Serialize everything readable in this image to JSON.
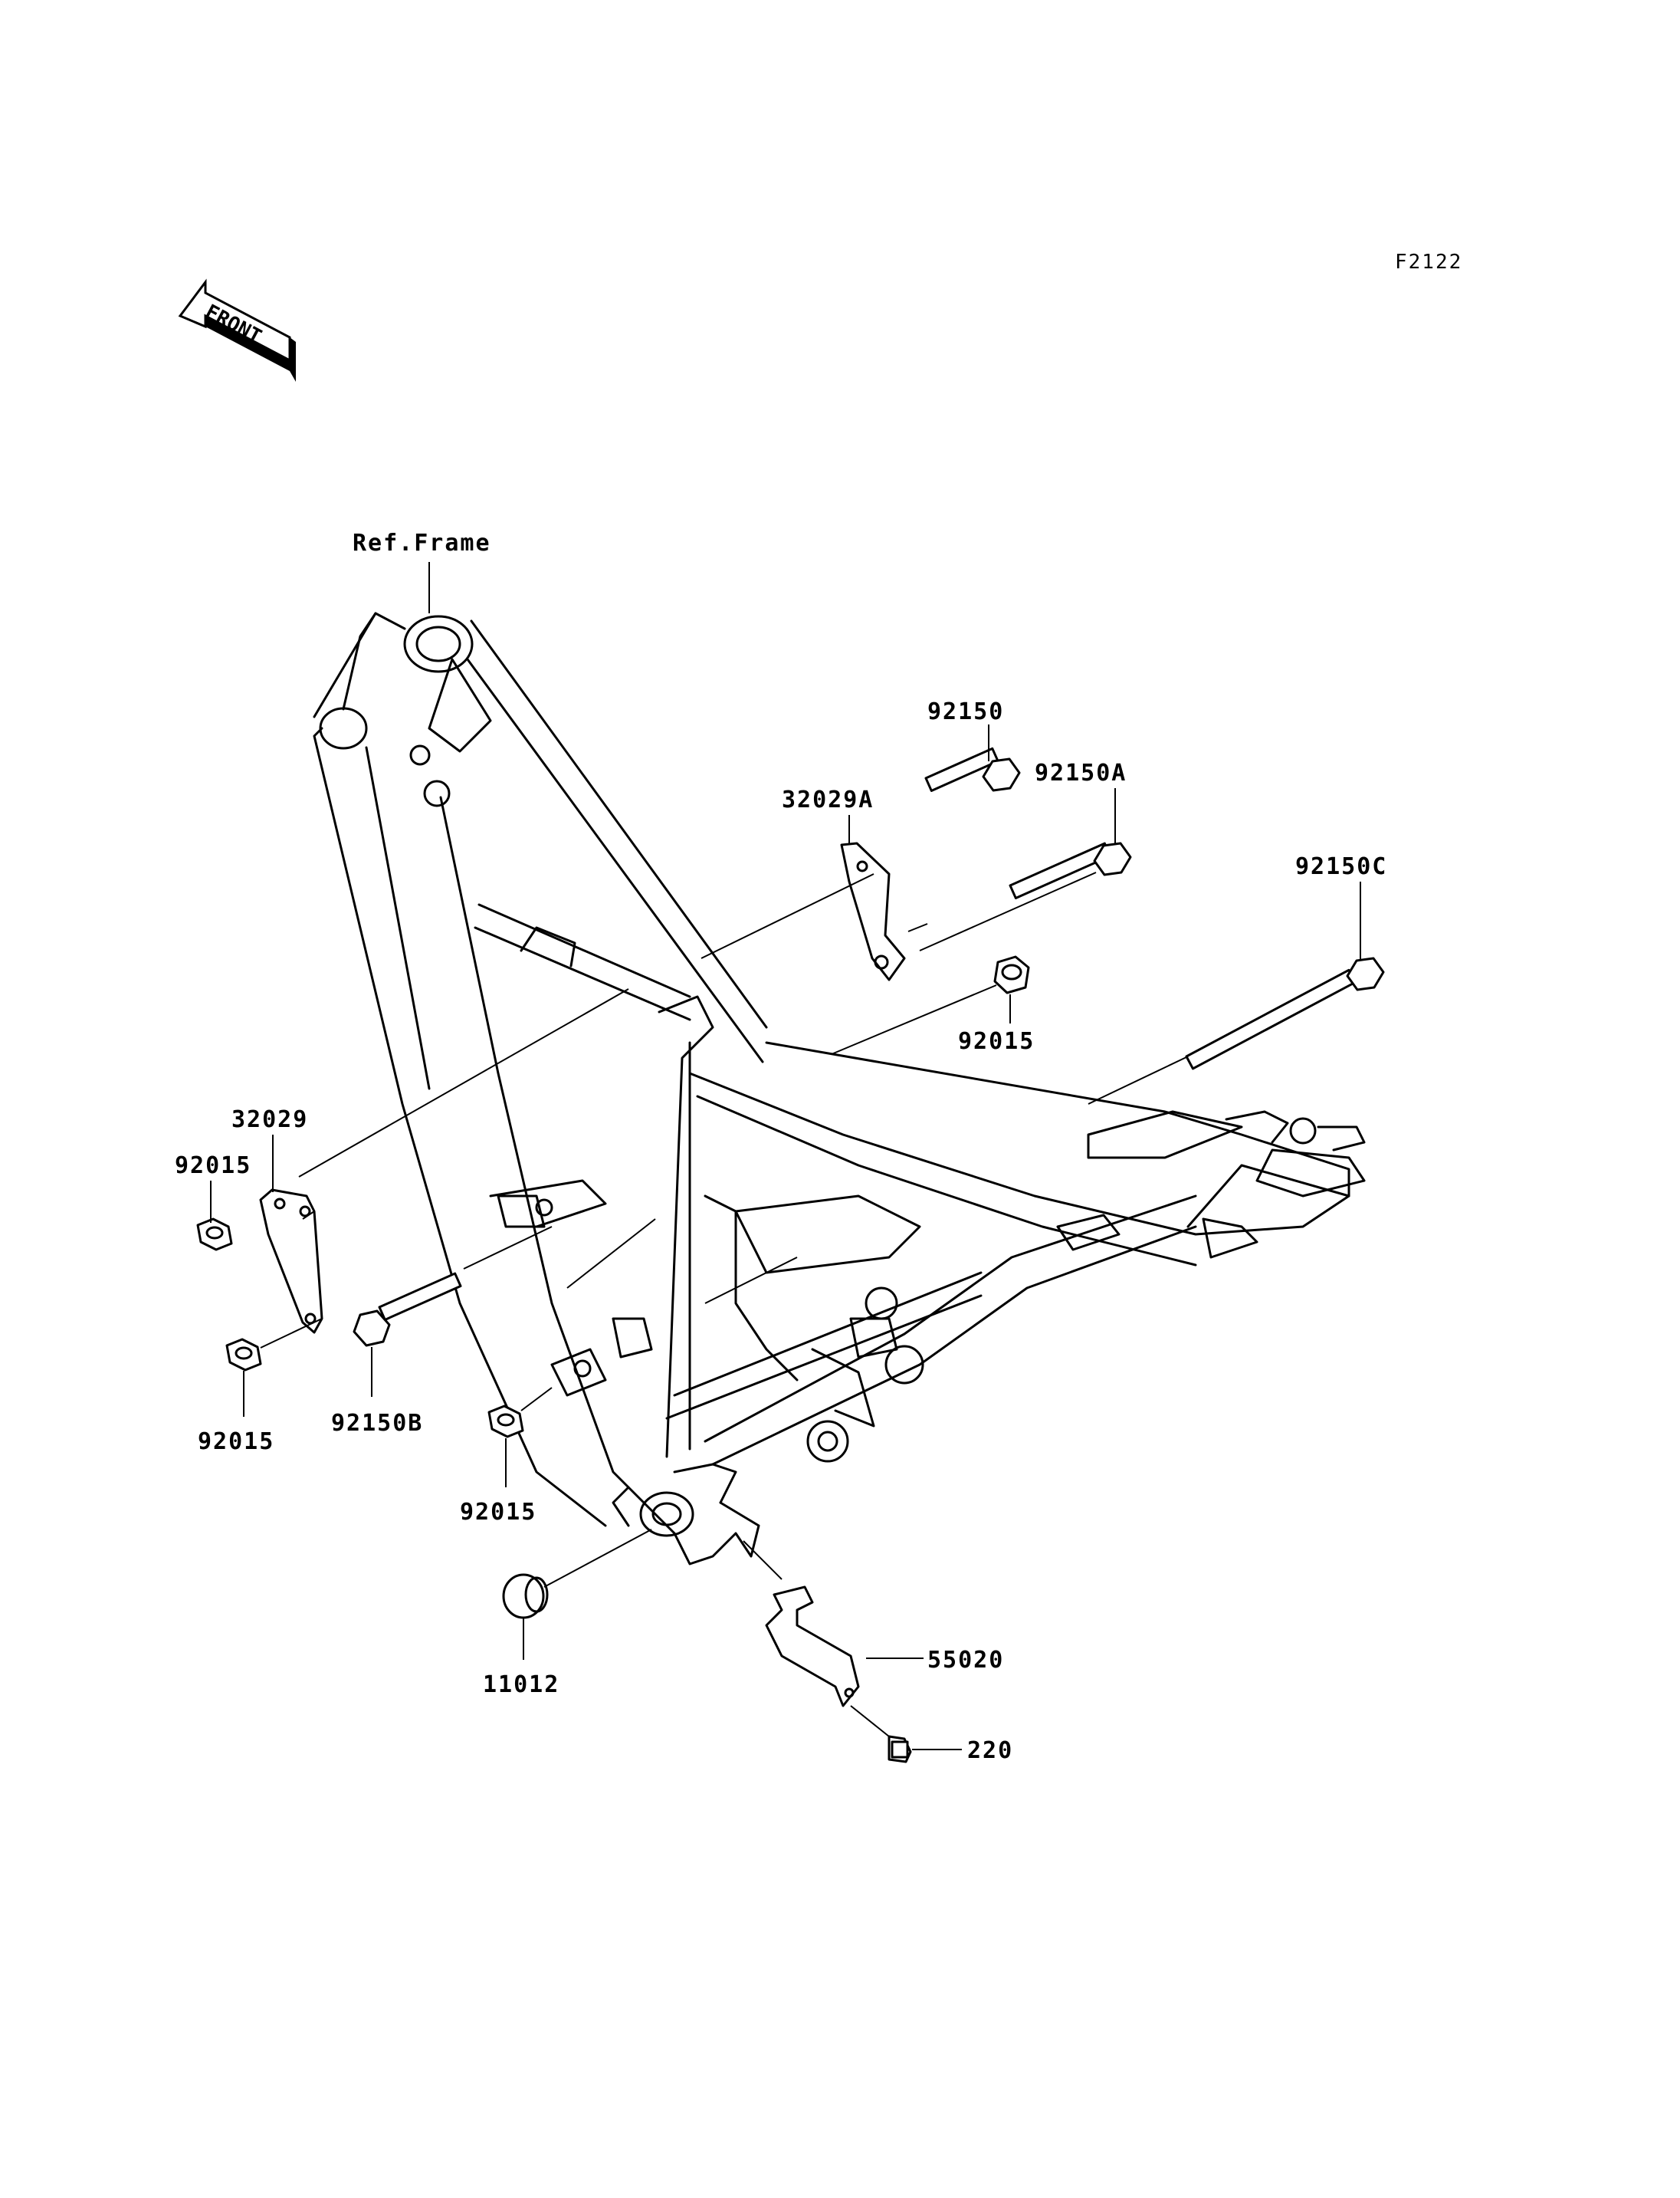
{
  "figure_code": "F2122",
  "front_marker": "FRONT",
  "labels": {
    "ref_frame": "Ref.Frame",
    "p92150": "92150",
    "p92150A": "92150A",
    "p32029A": "32029A",
    "p92150C": "92150C",
    "p92015_right": "92015",
    "p32029": "32029",
    "p92015_left_top": "92015",
    "p92015_left_bottom": "92015",
    "p92150B": "92150B",
    "p92015_bottom": "92015",
    "p11012": "11012",
    "p55020": "55020",
    "p220": "220"
  }
}
